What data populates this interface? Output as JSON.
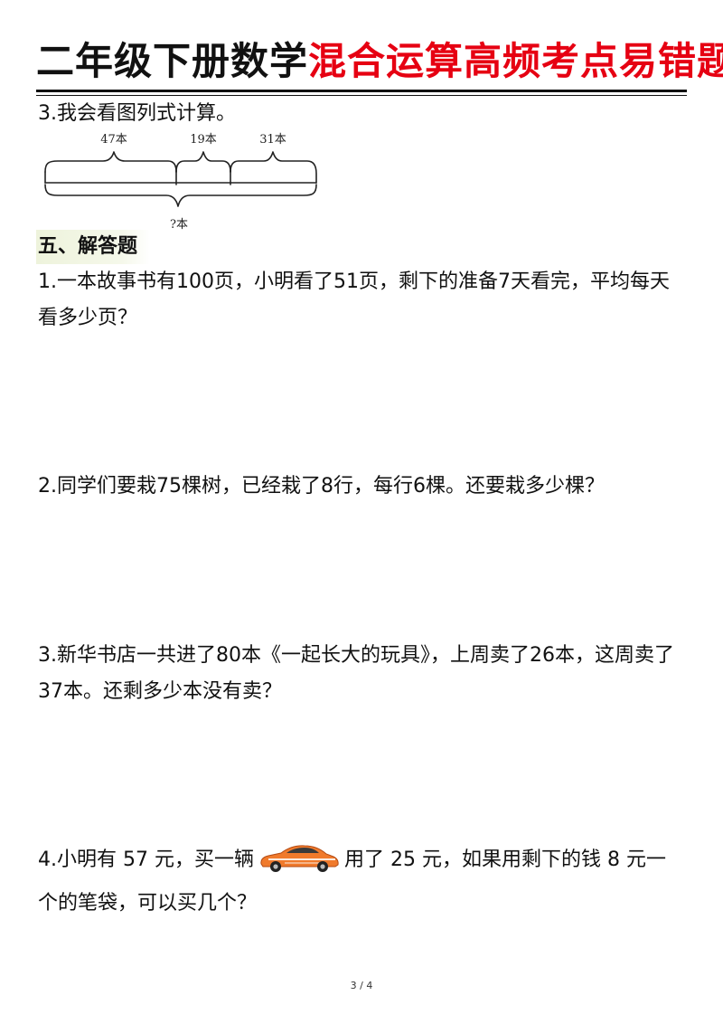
{
  "header": {
    "title_black": "二年级下册数学",
    "title_red": "混合运算高频考点易错题",
    "accent_color": "#e60012"
  },
  "question3_top": {
    "text": "3.我会看图列式计算。",
    "diagram": {
      "segments": [
        {
          "label": "47本",
          "value": 47
        },
        {
          "label": "19本",
          "value": 19
        },
        {
          "label": "31本",
          "value": 31
        }
      ],
      "total_label": "?本"
    }
  },
  "section": {
    "label": "五、解答题",
    "highlight_color": "#eef3dc"
  },
  "problems": [
    {
      "text": "1.一本故事书有100页，小明看了51页，剩下的准备7天看完，平均每天看多少页？"
    },
    {
      "text": "2.同学们要栽75棵树，已经栽了8行，每行6棵。还要栽多少棵？"
    },
    {
      "text": "3.新华书店一共进了80本《一起长大的玩具》，上周卖了26本，这周卖了37本。还剩多少本没有卖？"
    },
    {
      "text_before": "4.小明有 57 元，买一辆",
      "icon": "toy-car-icon",
      "text_after": "用了 25 元，如果用剩下的钱 8 元一个的笔袋，可以买几个？"
    }
  ],
  "footer": {
    "page": "3 / 4"
  }
}
